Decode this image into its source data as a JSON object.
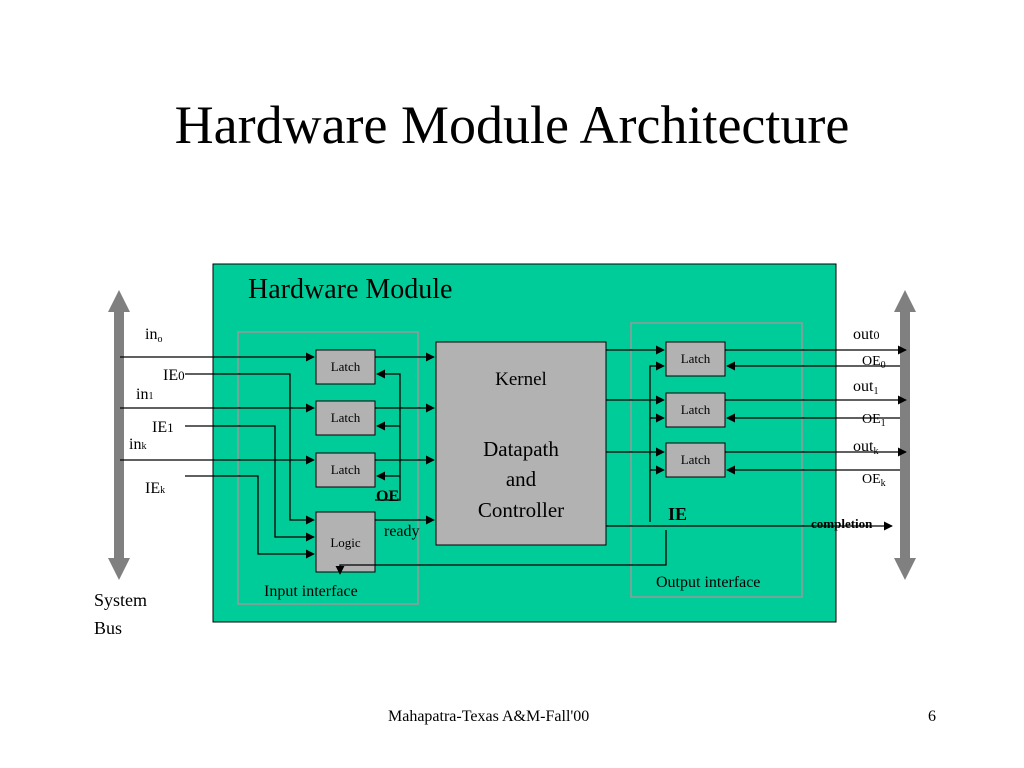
{
  "title": "Hardware Module Architecture",
  "module": {
    "title": "Hardware Module",
    "input_interface": "Input interface",
    "output_interface": "Output interface",
    "latch": "Latch",
    "logic": "Logic",
    "kernel": {
      "line1": "Kernel",
      "line2": "Datapath",
      "line3": "and",
      "line4": "Controller"
    },
    "oe": "OE",
    "ie": "IE",
    "ready": "ready",
    "completion": "completion"
  },
  "signals": {
    "in0": {
      "base": "in",
      "sub": "o"
    },
    "ie0": {
      "base": "IE",
      "sub": "0"
    },
    "in1": {
      "base": "in",
      "sub": "1"
    },
    "ie1": {
      "base": "IE",
      "sub": "1"
    },
    "ink": {
      "base": "in",
      "sub": "k"
    },
    "iek": {
      "base": "IE",
      "sub": "k"
    },
    "out0": {
      "base": "out",
      "sub": "0"
    },
    "oe0": {
      "base": "OE",
      "sub": "0"
    },
    "out1": {
      "base": "out",
      "sub": "1"
    },
    "oe1": {
      "base": "OE",
      "sub": "1"
    },
    "outk": {
      "base": "out",
      "sub": "k"
    },
    "oek": {
      "base": "OE",
      "sub": "k"
    }
  },
  "system_bus": {
    "line1": "System",
    "line2": "Bus"
  },
  "footer": {
    "text": "Mahapatra-Texas A&M-Fall'00",
    "page": "6"
  },
  "colors": {
    "module_fill": "#00cc99",
    "block_fill": "#b2b2b2",
    "bus": "#808080",
    "interface_border": "#999999"
  }
}
